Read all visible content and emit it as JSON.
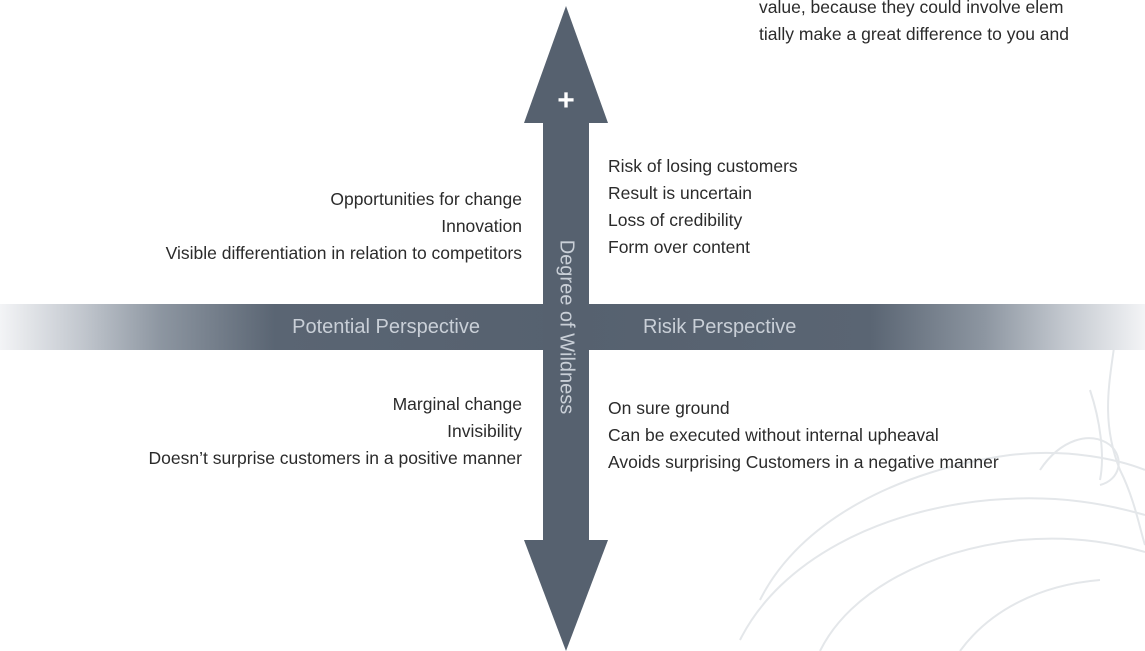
{
  "top_text": [
    "value, because they could involve elem",
    "tially make a great difference to you and"
  ],
  "axis": {
    "vertical_label": "Degree of Wildness",
    "plus_sign": "+",
    "left_label": "Potential Perspective",
    "right_label": "Risik Perspective"
  },
  "quadrants": {
    "top_left": [
      "Opportunities for change",
      "Innovation",
      "Visible differentiation in relation to competitors"
    ],
    "top_right": [
      "Risk of losing customers",
      "Result is uncertain",
      "Loss of  credibility",
      "Form over content"
    ],
    "bottom_left": [
      "Marginal change",
      "Invisibility",
      "Doesn’t surprise customers in a positive manner"
    ],
    "bottom_right": [
      "On sure ground",
      "Can be executed without internal upheaval",
      "Avoids surprising Customers in a negative manner"
    ]
  },
  "colors": {
    "arrow": "#56616f",
    "axis_text": "#c9cfd7",
    "body_text": "#2b2b2b"
  }
}
